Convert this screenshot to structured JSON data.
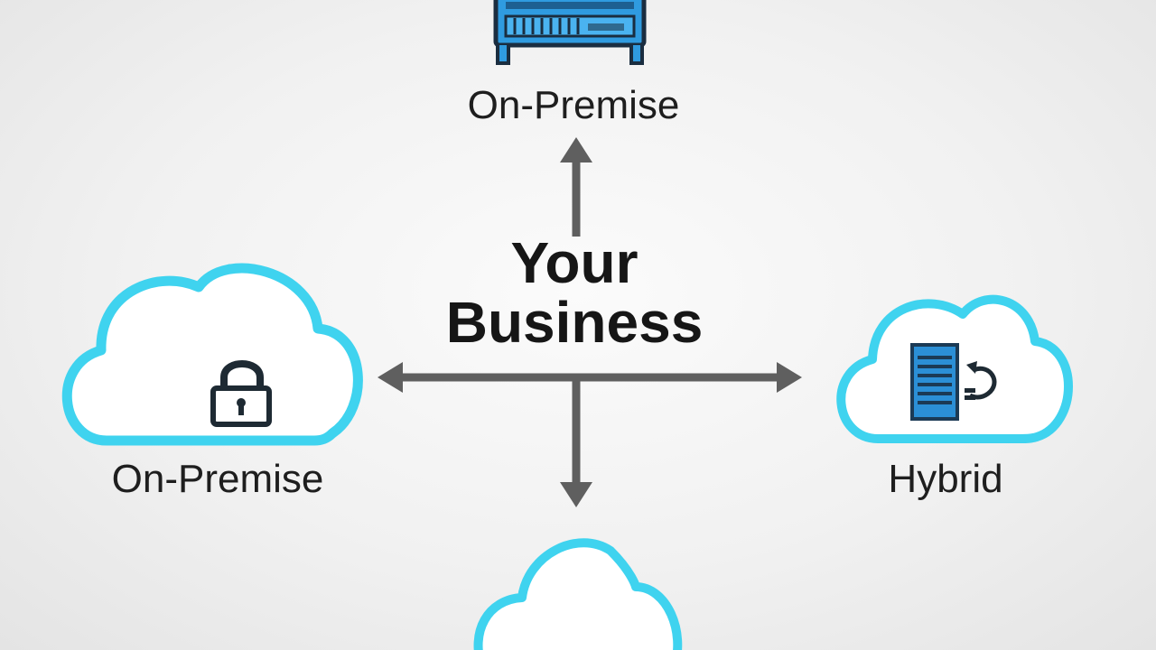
{
  "center": {
    "line1": "Your",
    "line2": "Business"
  },
  "nodes": {
    "top": {
      "label": "On-Premise",
      "icon": "server-rack-icon"
    },
    "left": {
      "label": "On-Premise",
      "icon": "lock-icon"
    },
    "right": {
      "label": "Hybrid",
      "icon": "server-sync-icon"
    },
    "bottom": {
      "label": "",
      "icon": "cloud-icon"
    }
  },
  "colors": {
    "cloud_outline": "#3fd3ef",
    "arrow": "#5f5f5f",
    "server_blue": "#2b8fd6",
    "server_dark": "#1b3a55",
    "text": "#1e1e1e"
  }
}
